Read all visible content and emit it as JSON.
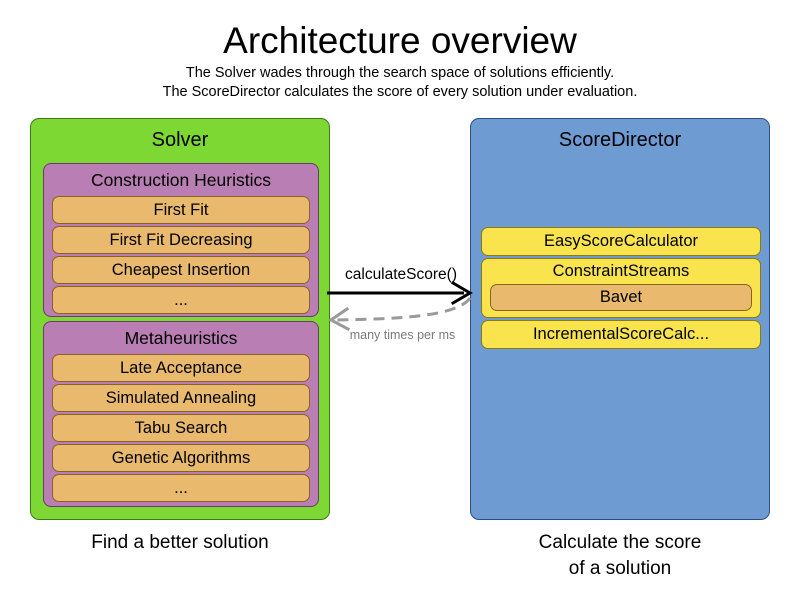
{
  "header": {
    "title": "Architecture overview",
    "subtitle_lines": [
      "The Solver wades through the search space of solutions efficiently.",
      "The ScoreDirector calculates the score of every solution under evaluation."
    ]
  },
  "solver": {
    "title": "Solver",
    "caption": "Find a better solution",
    "groups": [
      {
        "title": "Construction Heuristics",
        "items": [
          "First Fit",
          "First Fit Decreasing",
          "Cheapest Insertion",
          "..."
        ]
      },
      {
        "title": "Metaheuristics",
        "items": [
          "Late Acceptance",
          "Simulated Annealing",
          "Tabu Search",
          "Genetic Algorithms",
          "..."
        ]
      }
    ]
  },
  "score_director": {
    "title": "ScoreDirector",
    "caption_line_1": "Calculate the score",
    "caption_line_2": "of a solution",
    "calculators": [
      {
        "label": "EasyScoreCalculator",
        "child": null
      },
      {
        "label": "ConstraintStreams",
        "child": "Bavet"
      },
      {
        "label": "IncrementalScoreCalc...",
        "child": null
      }
    ]
  },
  "arrows": {
    "call_label": "calculateScore()",
    "return_label": "many times per ms"
  },
  "colors": {
    "solver_green": "#7ED833",
    "group_purple": "#B97FB4",
    "item_orange": "#E9BA6E",
    "scoredirector_blue": "#6E9BD2",
    "calculator_yellow": "#F9E44E",
    "background": "#FFFFFF",
    "text": "#000000",
    "return_arrow_gray": "#7A7A7A"
  }
}
